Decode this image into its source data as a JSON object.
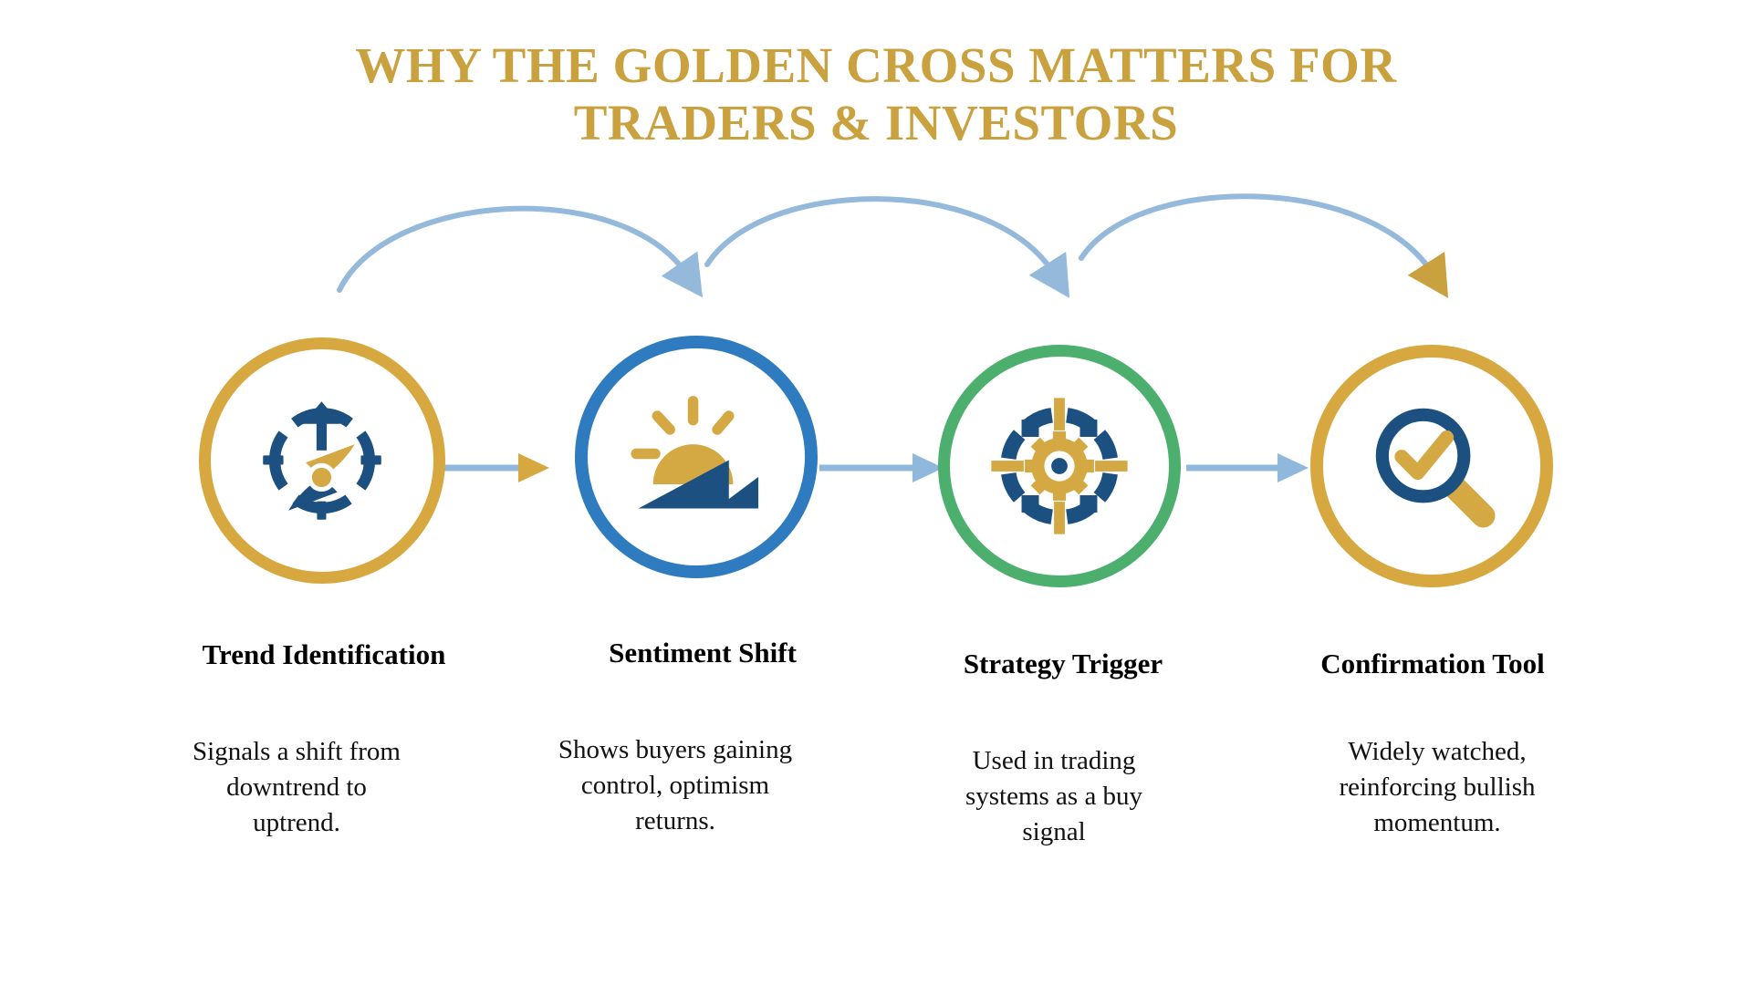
{
  "title": {
    "line1": "WHY THE GOLDEN CROSS MATTERS FOR",
    "line2": "TRADERS & INVESTORS",
    "color": "#C9A13F"
  },
  "palette": {
    "gold": "#D4A843",
    "gold_ring": "#D6A83F",
    "navy": "#1B5080",
    "blue_ring": "#2E7BBF",
    "green_ring": "#4CAF6D",
    "arrow_blue": "#8FB8DC",
    "arc_blue": "#94B9DB",
    "text_black": "#000000",
    "background": "#FFFFFF"
  },
  "steps": [
    {
      "id": "trend-identification",
      "label": "Trend Identification",
      "body": "Signals a shift from downtrend to uptrend.",
      "body_lines": [
        "Signals a shift from",
        "downtrend to",
        "uptrend."
      ],
      "icon": "compass-icon",
      "ring_color": "#D6A83F"
    },
    {
      "id": "sentiment-shift",
      "label": "Sentiment Shift",
      "body": "Shows buyers gaining control, optimism returns.",
      "body_lines": [
        "Shows buyers gaining",
        "control, optimism",
        "returns."
      ],
      "icon": "sunrise-icon",
      "ring_color": "#2E7BBF"
    },
    {
      "id": "strategy-trigger",
      "label": "Strategy Trigger",
      "body": "Used in trading systems as a buy signal",
      "body_lines": [
        "Used in trading",
        "systems as a buy",
        "signal"
      ],
      "icon": "gear-target-icon",
      "ring_color": "#4CAF6D"
    },
    {
      "id": "confirmation-tool",
      "label": "Confirmation Tool",
      "body": "Widely watched, reinforcing bullish momentum.",
      "body_lines": [
        "Widely watched,",
        "reinforcing bullish",
        "momentum."
      ],
      "icon": "magnifier-check-icon",
      "ring_color": "#D6A83F"
    }
  ],
  "connectors": {
    "arc_count": 3,
    "straight_arrow_count": 3,
    "direction": "left-to-right"
  }
}
